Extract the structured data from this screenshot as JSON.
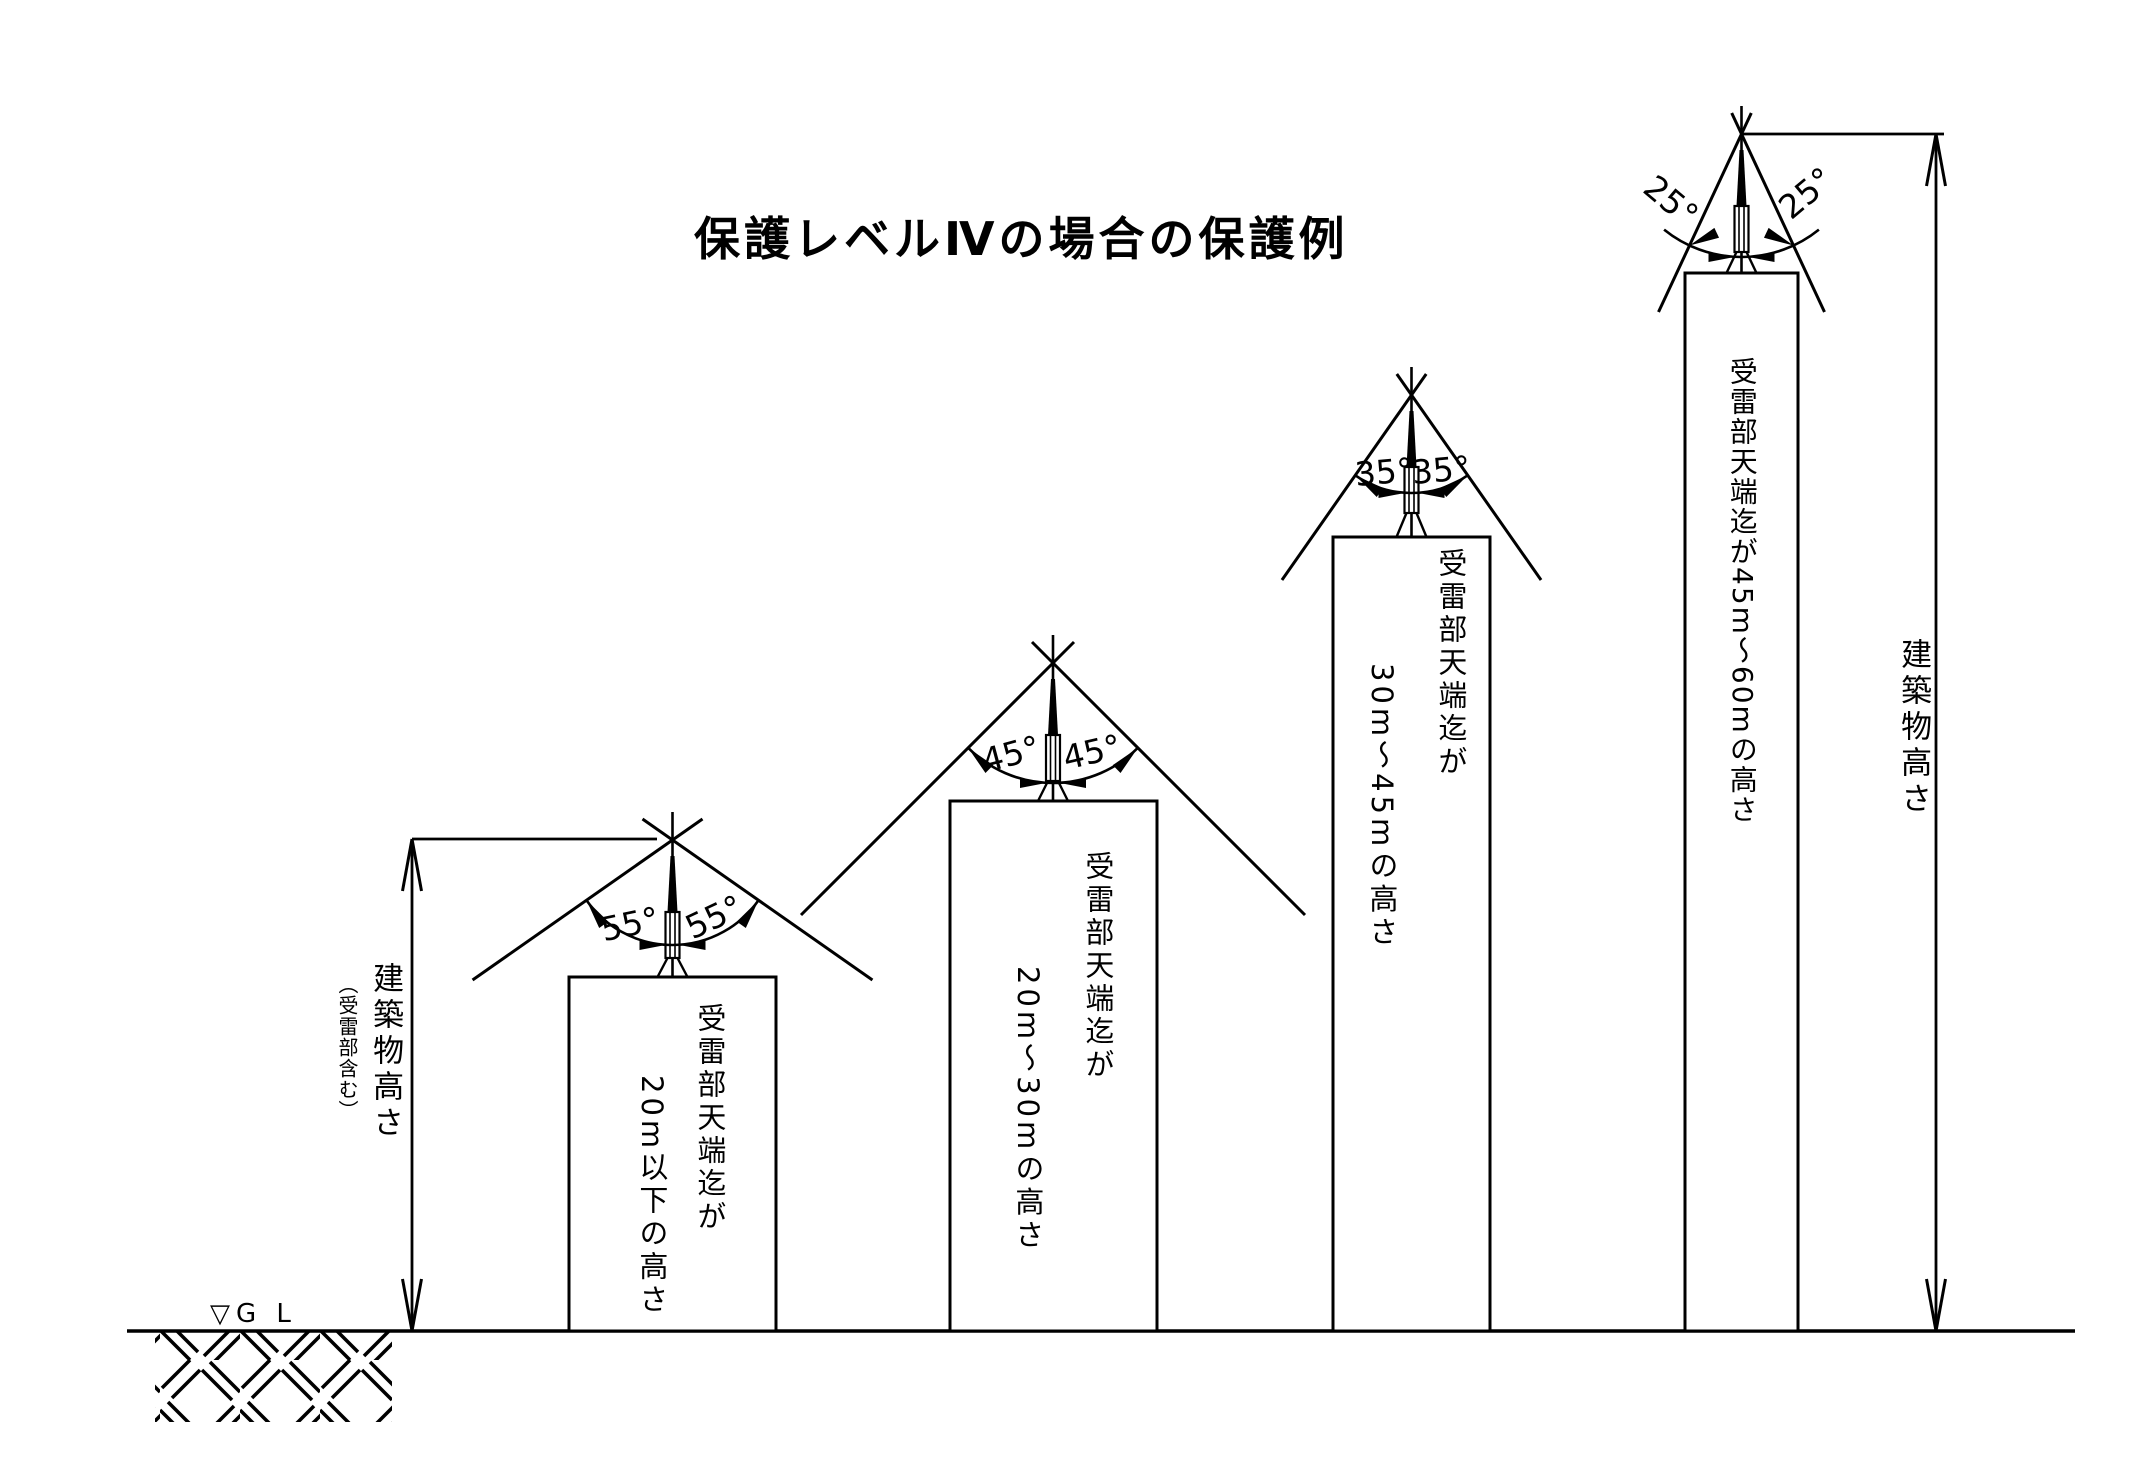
{
  "title": "保護レベルⅣの場合の保護例",
  "ground": {
    "gl_label": "▽G L"
  },
  "dimensions": {
    "left": {
      "label": "建築物高さ",
      "sublabel": "（受雷部含む）"
    },
    "right": {
      "label": "建築物高さ"
    }
  },
  "buildings": [
    {
      "id": "building-1",
      "angle_label": "55°",
      "label_main": "受雷部天端迄が",
      "label_range": "20m以下の高さ"
    },
    {
      "id": "building-2",
      "angle_label": "45°",
      "label_main": "受雷部天端迄が",
      "label_range": "20m〜30mの高さ"
    },
    {
      "id": "building-3",
      "angle_label": "35°",
      "label_main": "受雷部天端迄が",
      "label_range": "30m〜45mの高さ"
    },
    {
      "id": "building-4",
      "angle_label": "25°",
      "label_combined": "受雷部天端迄が45m〜60mの高さ"
    }
  ],
  "colors": {
    "line": "#000000",
    "background": "#ffffff"
  }
}
